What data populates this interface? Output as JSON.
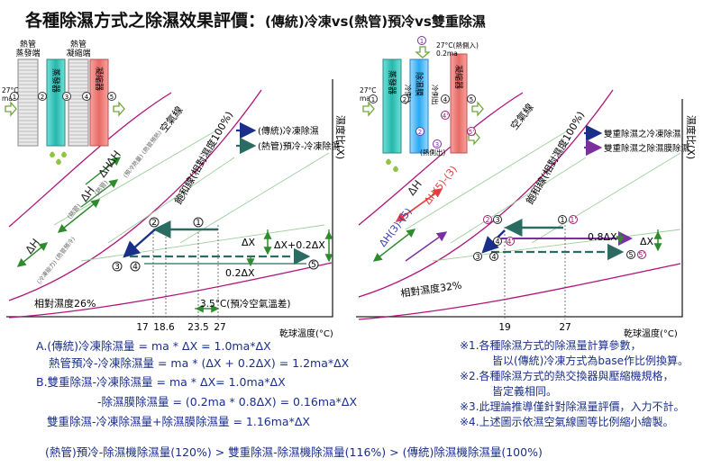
{
  "title": {
    "main": "各種除濕方式之除濕效果評價：",
    "sub": "(傳統)冷凍vs(熱管)預冷vs雙重除濕"
  },
  "left_chart": {
    "hp_evap": "熱管\n蒸發端",
    "hp_cond": "熱管\n凝縮端",
    "evaporator": "蒸發器",
    "condenser": "凝縮器",
    "inlet": "27°C\nma",
    "curve_air": "空氣線",
    "curve_sat": "飽和線(相對濕度100%)",
    "rh": "相對濕度26%",
    "axis_y": "濕度比(X)",
    "axis_x": "乾球溫度(°C)",
    "legend_1": "(傳統)冷凍除濕",
    "legend_2": "(熱管)預冷-冷凍除濕",
    "dh_1": "ΔH",
    "dh_1_note": "(熱管)",
    "dh_2": "ΔH",
    "dh_2_note": "(熱管)",
    "dh_3": "ΔH",
    "dh_3_note": "(冷凍能力)\n(熱管預冷)",
    "dh_4": "ΔH",
    "dh_4_note": "(預冷熱量)\n(熱管預熱)",
    "dx": "ΔX",
    "dx_02": "ΔX+0.2ΔX",
    "dx_small": "0.2ΔX",
    "delta_t": "3.5°C(預冷空氣溫差)",
    "ticks": [
      "17",
      "18.6",
      "23.5",
      "27"
    ]
  },
  "right_chart": {
    "inlet_top": "27°C(熱側入)\n0.2ma",
    "evaporator": "蒸發器",
    "membrane": "除濕膜",
    "condenser": "凝縮器",
    "cold_in": "冷側入",
    "cold_out": "冷側出",
    "hot_out": "(熱側出)",
    "inlet": "27°C\nma",
    "curve_air": "空氣線",
    "curve_sat": "飽和線(相對濕度100%)",
    "rh": "相對濕度32%",
    "axis_y": "濕度比(X)",
    "axis_x": "乾球溫度(°C)",
    "legend_1": "雙重除濕之冷凍除濕",
    "legend_2": "雙重除濕之除濕膜除濕",
    "dh_1": "ΔH",
    "dh_2": "ΔH(5)-(3)",
    "dh_3": "ΔH(3)-(5)",
    "dx_08": "0.8ΔX",
    "dx": "ΔX",
    "ticks": [
      "19",
      "27"
    ]
  },
  "formulas": {
    "a1": "A.(傳統)冷凍除濕量 = ma * ΔX = 1.0ma*ΔX",
    "a2": "熱管預冷-冷凍除濕量 =  ma * (ΔX + 0.2ΔX) = 1.2ma*ΔX",
    "b1": "B.雙重除濕-冷凍除濕量 = ma * ΔX= 1.0ma*ΔX",
    "b2": "-除濕膜除濕量 = (0.2ma * 0.8ΔX) = 0.16ma*ΔX",
    "b3": "雙重除濕-冷凍除濕量+除濕膜除濕量 = 1.16ma*ΔX"
  },
  "notes": {
    "n1": "※1.各種除濕方式的除濕量計算參數，",
    "n1b": "皆以(傳統)冷凍方式為base作比例換算。",
    "n2": "※2.各種除濕方式的熱交換器與壓縮機規格，",
    "n2b": "皆定義相同。",
    "n3": "※3.此理論推導僅針對除濕量評價，入力不計。",
    "n4": "※4.上述圖示依濕空氣線圖等比例縮小繪製。"
  },
  "summary": "(熱管)預冷-除濕機除濕量(120%) > 雙重除濕-除濕機除濕量(116%) > (傳統)除濕機除濕量(100%)",
  "colors": {
    "navy": "#1a2f8a",
    "teal": "#2a6b62",
    "green": "#2e8b2e",
    "purple": "#7b2fa0",
    "magenta": "#9b1f6e",
    "red": "#e04040"
  }
}
